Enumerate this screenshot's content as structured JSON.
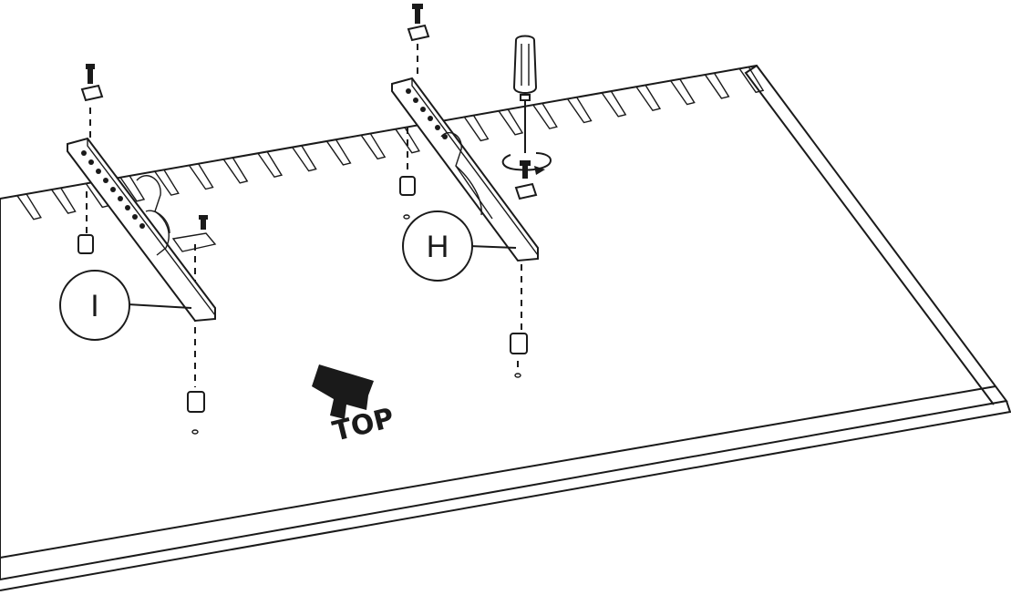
{
  "callouts": {
    "bracket_left": "I",
    "bracket_right": "H"
  },
  "direction_label": "TOP",
  "colors": {
    "line": "#1a1a1a",
    "background": "#ffffff"
  },
  "icons": [
    "screwdriver-icon",
    "rotation-arrow-icon",
    "up-arrow-icon"
  ]
}
